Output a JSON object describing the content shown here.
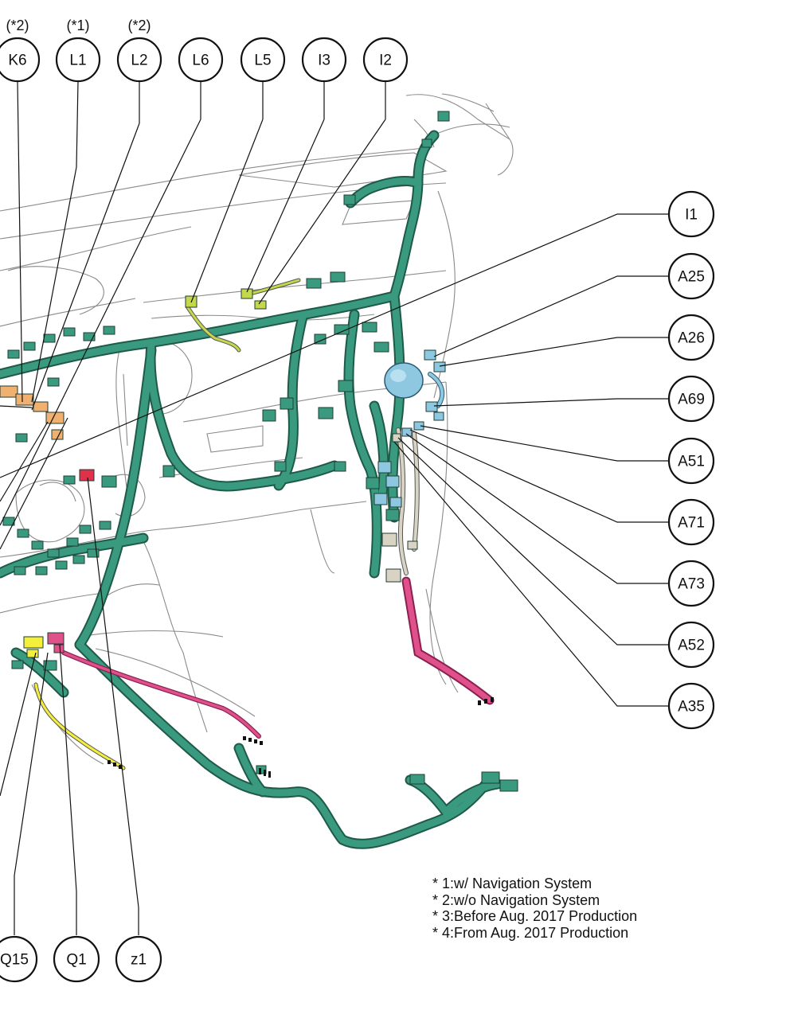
{
  "callouts_top": [
    {
      "id": "K6",
      "note": "(*2)"
    },
    {
      "id": "L1",
      "note": "(*1)"
    },
    {
      "id": "L2",
      "note": "(*2)"
    },
    {
      "id": "L6",
      "note": ""
    },
    {
      "id": "L5",
      "note": ""
    },
    {
      "id": "I3",
      "note": ""
    },
    {
      "id": "I2",
      "note": ""
    }
  ],
  "callouts_right": [
    {
      "id": "I1"
    },
    {
      "id": "A25"
    },
    {
      "id": "A26"
    },
    {
      "id": "A69"
    },
    {
      "id": "A51"
    },
    {
      "id": "A71"
    },
    {
      "id": "A73"
    },
    {
      "id": "A52"
    },
    {
      "id": "A35"
    }
  ],
  "callouts_bottom": [
    {
      "id": "Q15"
    },
    {
      "id": "Q1"
    },
    {
      "id": "z1"
    }
  ],
  "footnotes": [
    "* 1:w/ Navigation System",
    "* 2:w/o Navigation System",
    "* 3:Before Aug. 2017 Production",
    "* 4:From Aug. 2017 Production"
  ],
  "colors": {
    "harness": "#3a9a80",
    "harness_dark": "#1f5a48",
    "pink": "#e0508a",
    "yellow": "#f3ef3a",
    "yellow_green": "#c4d84a",
    "light_blue": "#8ec7e0",
    "orange": "#f0b070",
    "gray": "#d8d3c3",
    "red": "#e0304a"
  }
}
